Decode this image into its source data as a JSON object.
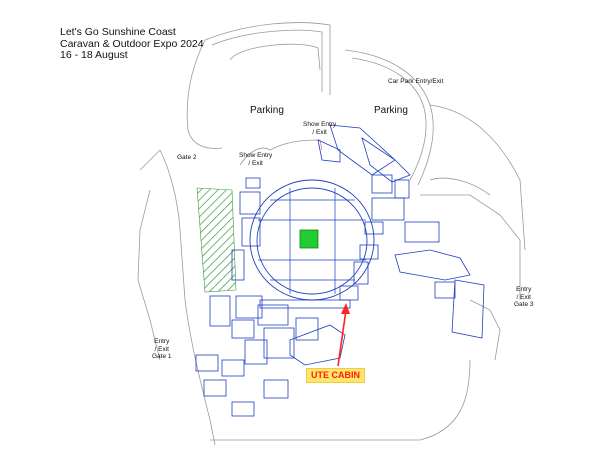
{
  "title": {
    "line1": "Let's Go Sunshine Coast",
    "line2": "Caravan & Outdoor Expo 2024",
    "line3": "16 - 18 August"
  },
  "labels": {
    "parking_left": "Parking",
    "parking_right": "Parking",
    "car_park_entry_exit": "Car Park Entry/Exit",
    "show_entry_top": [
      "Show Entry",
      "/ Exit"
    ],
    "show_entry_mid": [
      "Show Entry",
      "/ Exit"
    ],
    "gate_2": "Gate 2",
    "gate_1": [
      "Entry",
      "/ Exit",
      "Gate 1"
    ],
    "gate_3": [
      "Entry",
      "/ Exit",
      "Gate 3"
    ],
    "ute_cabin": "UTE CABIN"
  },
  "colors": {
    "site_outline": "#9a9a9a",
    "site_plot": "#1f3fbf",
    "highlight_field": "#22cc33",
    "hatched_area": "#3a9a3a",
    "pointer_arrow": "#ff2222",
    "ute_label_text": "#ff1a1a",
    "ute_label_bg": "#ffe866"
  }
}
